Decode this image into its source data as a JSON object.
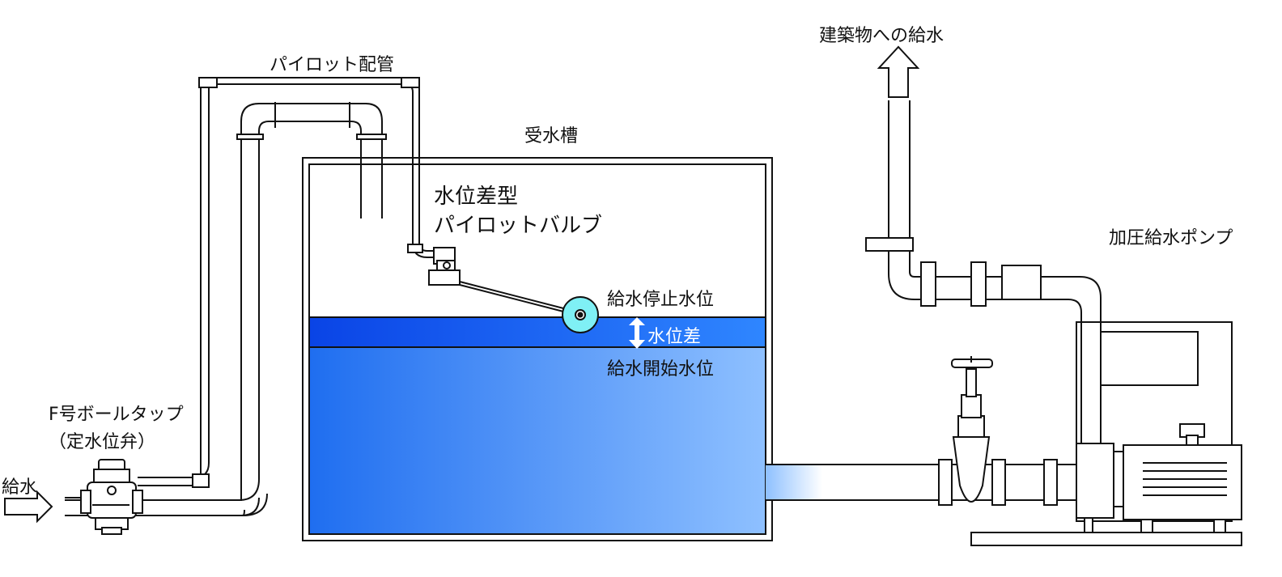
{
  "labels": {
    "pilot_pipe": "パイロット配管",
    "tank": "受水槽",
    "valve_line1": "水位差型",
    "valve_line2": "パイロットバルブ",
    "stop_level": "給水停止水位",
    "level_diff": "水位差",
    "start_level": "給水開始水位",
    "ball_tap_line1": "F号ボールタップ",
    "ball_tap_line2": "（定水位弁）",
    "supply_in": "給水",
    "supply_building": "建築物への給水",
    "pump": "加圧給水ポンプ"
  },
  "colors": {
    "water_top": "#0a44e6",
    "water_band_right": "#2f86ff",
    "water_body_left": "#1f6ef0",
    "water_body_right": "#8ec0ff",
    "float": "#7ff0f5",
    "outline": "#111111"
  },
  "icons": [
    "arrow-right-icon",
    "arrow-up-icon",
    "double-arrow-vertical-icon"
  ]
}
